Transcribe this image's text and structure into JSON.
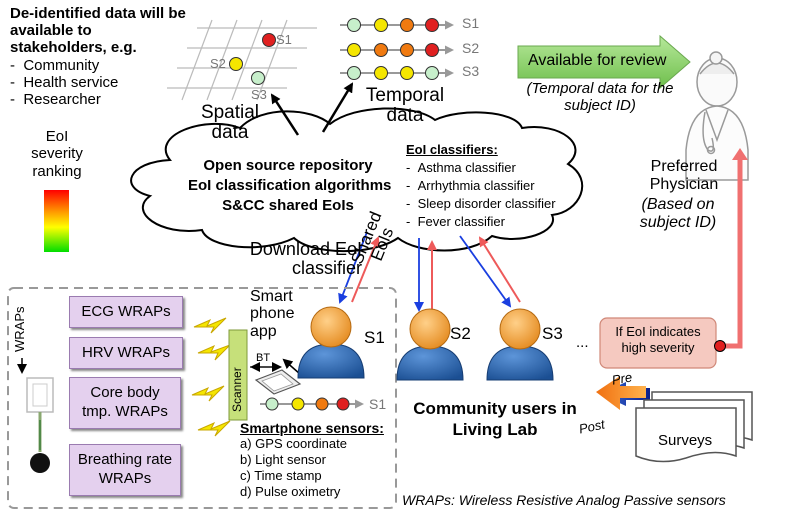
{
  "stakeholders": {
    "title": "De-identified data will be available to stakeholders, e.g.",
    "items": [
      "Community",
      "Health service",
      "Researcher"
    ]
  },
  "spatial": {
    "label": "Spatial data",
    "points": [
      "S1",
      "S2",
      "S3"
    ]
  },
  "temporal": {
    "label": "Temporal data",
    "series": [
      "S1",
      "S2",
      "S3"
    ]
  },
  "severity_ranking": {
    "label": "EoI severity ranking"
  },
  "repository": {
    "lines": [
      "Open source repository",
      "EoI classification algorithms",
      "S&CC shared EoIs"
    ],
    "classifiers_title": "EoI classifiers:",
    "classifiers": [
      "Asthma classifier",
      "Arrhythmia classifier",
      "Sleep disorder classifier",
      "Fever classifier"
    ]
  },
  "review": {
    "button_label": "Available for review",
    "note": "(Temporal data for the subject ID)"
  },
  "physician": {
    "label": "Preferred Physician",
    "note": "(Based on subject ID)"
  },
  "flows": {
    "download": "Download EoI classifier",
    "shared": "Shared EoIs"
  },
  "wraps": {
    "side_label": "WRAPs",
    "boxes": [
      "ECG WRAPs",
      "HRV WRAPs",
      "Core body tmp. WRAPs",
      "Breathing rate WRAPs"
    ],
    "scanner": "Scanner",
    "bt": "BT",
    "footnote": "WRAPs: Wireless Resistive Analog Passive sensors"
  },
  "smartphone": {
    "app_label": "Smart phone app",
    "sensors_title": "Smartphone sensors:",
    "sensors": [
      "a) GPS coordinate",
      "b) Light sensor",
      "c) Time stamp",
      "d) Pulse oximetry"
    ],
    "series_label": "S1"
  },
  "users": {
    "labels": [
      "S1",
      "S2",
      "S3"
    ],
    "ellipsis": "...",
    "caption": "Community users in Living Lab"
  },
  "alert": {
    "label": "If EoI indicates high severity"
  },
  "surveys": {
    "label": "Surveys",
    "pre": "Pre",
    "post": "Post"
  },
  "colors": {
    "dot_red": "#e02020",
    "dot_orange": "#f07a10",
    "dot_yellow": "#f5e600",
    "dot_green": "#c7efcb",
    "wrap_fill": "#e4d0ee",
    "review_green": "#8ed26b",
    "alert_fill": "#f5c9c0",
    "person_orange": "#f2a33c",
    "person_blue": "#2e6bb3"
  }
}
